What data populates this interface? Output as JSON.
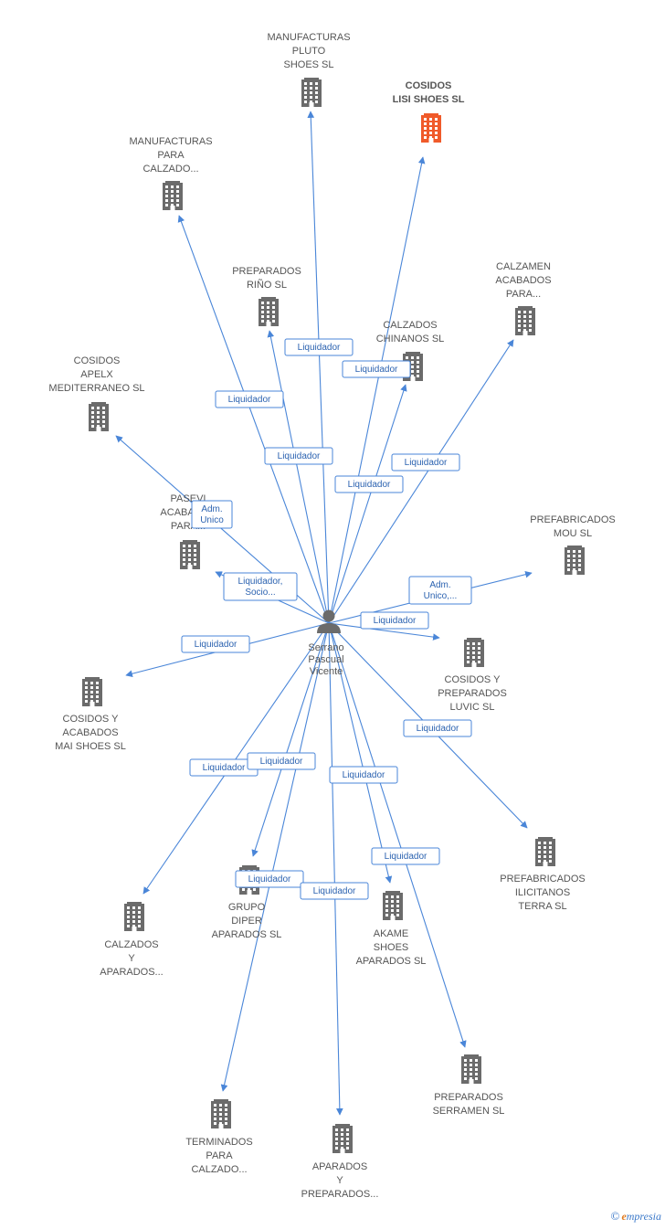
{
  "colors": {
    "edge": "#4a86d8",
    "building": "#6b6b6b",
    "highlight": "#f05a2a",
    "text": "#555555"
  },
  "center": {
    "label": [
      "Serrano",
      "Pascual",
      "Vicente"
    ],
    "icon": "person-icon"
  },
  "nodes": [
    {
      "id": "manufacturas-pluto",
      "label": [
        "MANUFACTURAS",
        "PLUTO",
        "SHOES SL"
      ]
    },
    {
      "id": "cosidos-lisi",
      "label": [
        "COSIDOS",
        "LISI SHOES SL"
      ],
      "highlight": true
    },
    {
      "id": "manufacturas-para",
      "label": [
        "MANUFACTURAS",
        "PARA",
        "CALZADO..."
      ]
    },
    {
      "id": "preparados-rino",
      "label": [
        "PREPARADOS",
        "RIÑO SL"
      ]
    },
    {
      "id": "calzados-chinanos",
      "label": [
        "CALZADOS",
        "CHINANOS SL"
      ]
    },
    {
      "id": "calzamen-acabados",
      "label": [
        "CALZAMEN",
        "ACABADOS",
        "PARA..."
      ]
    },
    {
      "id": "cosidos-apelx",
      "label": [
        "COSIDOS",
        "APELX",
        "MEDITERRANEO SL"
      ]
    },
    {
      "id": "pasevi-acabados",
      "label": [
        "PASEVI",
        "ACABADOS",
        "PARA..."
      ]
    },
    {
      "id": "prefabricados-mou",
      "label": [
        "PREFABRICADOS",
        "MOU SL"
      ]
    },
    {
      "id": "cosidos-preparados-luvic",
      "label": [
        "COSIDOS Y",
        "PREPARADOS",
        "LUVIC SL"
      ]
    },
    {
      "id": "cosidos-acabados-mai",
      "label": [
        "COSIDOS Y",
        "ACABADOS",
        "MAI SHOES SL"
      ]
    },
    {
      "id": "prefabricados-ilicitanos",
      "label": [
        "PREFABRICADOS",
        "ILICITANOS",
        "TERRA SL"
      ]
    },
    {
      "id": "calzados-aparados",
      "label": [
        "CALZADOS",
        "Y",
        "APARADOS..."
      ]
    },
    {
      "id": "grupo-diper",
      "label": [
        "GRUPO",
        "DIPER",
        "APARADOS SL"
      ]
    },
    {
      "id": "akame-shoes",
      "label": [
        "AKAME",
        "SHOES",
        "APARADOS SL"
      ]
    },
    {
      "id": "preparados-serramen",
      "label": [
        "PREPARADOS",
        "SERRAMEN SL"
      ]
    },
    {
      "id": "terminados-para",
      "label": [
        "TERMINADOS",
        "PARA",
        "CALZADO..."
      ]
    },
    {
      "id": "aparados-preparados",
      "label": [
        "APARADOS",
        "Y",
        "PREPARADOS..."
      ]
    }
  ],
  "edges": [
    {
      "to": "manufacturas-pluto",
      "label": [
        "Liquidador"
      ]
    },
    {
      "to": "cosidos-lisi",
      "label": [
        "Liquidador"
      ]
    },
    {
      "to": "manufacturas-para",
      "label": [
        "Liquidador"
      ]
    },
    {
      "to": "preparados-rino",
      "label": [
        "Liquidador"
      ]
    },
    {
      "to": "calzados-chinanos",
      "label": [
        "Liquidador"
      ]
    },
    {
      "to": "calzamen-acabados",
      "label": [
        "Liquidador"
      ]
    },
    {
      "to": "cosidos-apelx",
      "label": [
        "Adm.",
        "Unico"
      ]
    },
    {
      "to": "pasevi-acabados",
      "label": [
        "Liquidador,",
        "Socio..."
      ]
    },
    {
      "to": "prefabricados-mou",
      "label": [
        "Adm.",
        "Unico,..."
      ]
    },
    {
      "to": "cosidos-preparados-luvic",
      "label": [
        "Liquidador"
      ]
    },
    {
      "to": "cosidos-acabados-mai",
      "label": [
        "Liquidador"
      ]
    },
    {
      "to": "prefabricados-ilicitanos",
      "label": [
        "Liquidador"
      ]
    },
    {
      "to": "calzados-aparados",
      "label": [
        "Liquidador"
      ]
    },
    {
      "to": "grupo-diper",
      "label": [
        "Liquidador"
      ]
    },
    {
      "to": "akame-shoes",
      "label": [
        "Liquidador"
      ]
    },
    {
      "to": "preparados-serramen",
      "label": [
        "Liquidador"
      ]
    },
    {
      "to": "terminados-para",
      "label": [
        "Liquidador"
      ]
    },
    {
      "to": "aparados-preparados",
      "label": [
        "Liquidador"
      ]
    }
  ],
  "brand": {
    "copyright": "©",
    "initial": "e",
    "rest": "mpresia"
  }
}
